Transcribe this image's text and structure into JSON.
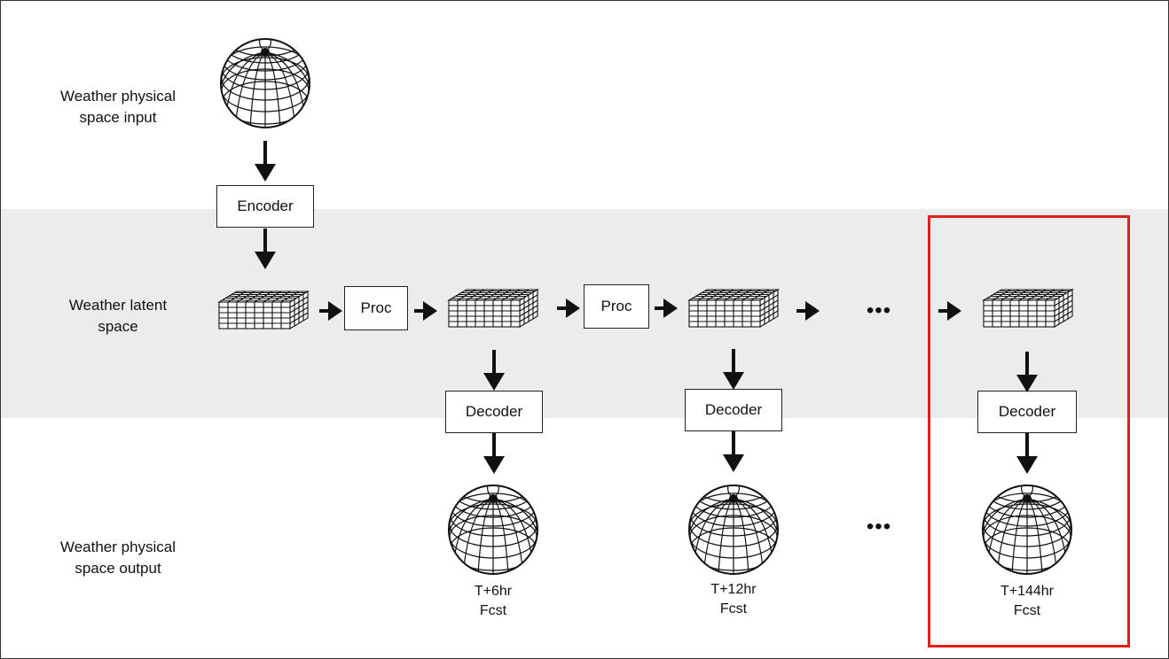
{
  "labels": {
    "physical_input": "Weather physical\nspace input",
    "latent": "Weather latent\nspace",
    "physical_output": "Weather physical\nspace output"
  },
  "blocks": {
    "encoder": "Encoder",
    "proc": "Proc",
    "decoder": "Decoder"
  },
  "ellipsis": "•••",
  "forecasts": [
    "T+6hr\nFcst",
    "T+12hr\nFcst",
    "T+144hr\nFcst"
  ],
  "colors": {
    "band": "#ececec",
    "highlight": "#e31c1c",
    "stroke": "#111111"
  }
}
